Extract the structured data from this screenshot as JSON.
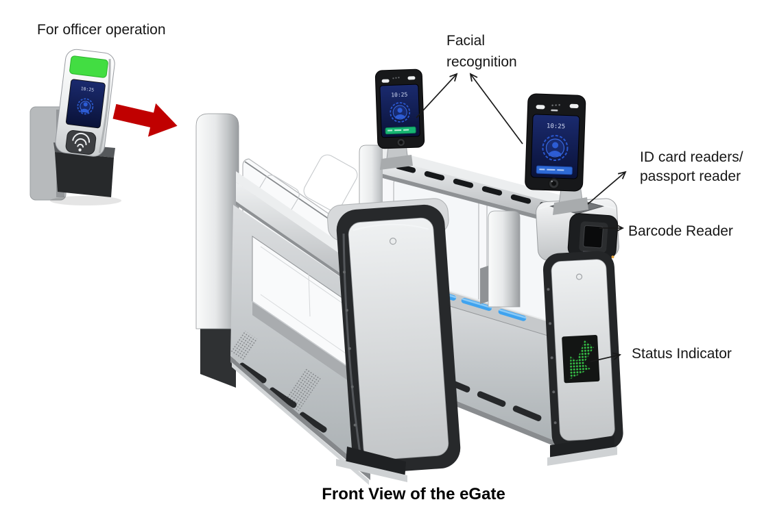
{
  "figure": {
    "title": "Front View of the eGate"
  },
  "callouts": {
    "officer_operation": "For officer operation",
    "facial_recognition": [
      "Facial",
      "recognition"
    ],
    "id_card": [
      "ID card readers/",
      "passport reader"
    ],
    "barcode": "Barcode Reader",
    "status": "Status Indicator"
  },
  "screens": {
    "officer_time": "10:25",
    "left_facial_time": "10:25",
    "right_facial_time": "10:25"
  },
  "colors": {
    "flow_arrow_red": "#C00000",
    "lane_led_blue": "#3FA3EF",
    "status_led_green": "#35C046",
    "officer_light_green": "#42DD42",
    "screen_navy": "#16246E",
    "callout_line": "#1A1A1A"
  },
  "icons": {
    "flow_arrow": "block-arrow-right",
    "nfc": "contactless-waves",
    "face_scan": "face-scan-circle",
    "camera": "camera-lens",
    "status_arrow": "led-arrow-down-left"
  }
}
